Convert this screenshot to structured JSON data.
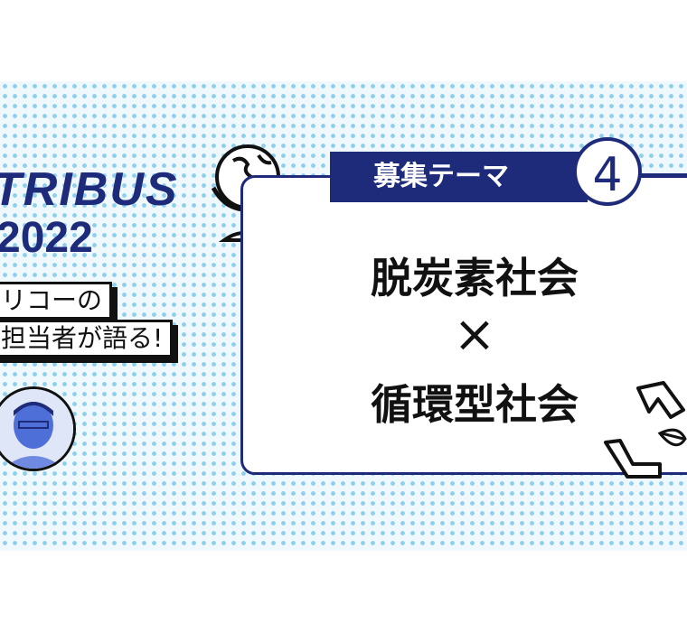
{
  "brand": {
    "name": "TRIBUS",
    "year": "2022"
  },
  "tags": {
    "line1": "リコーの",
    "line2": "担当者が語る!"
  },
  "theme": {
    "label": "募集テーマ",
    "number": "4",
    "title1": "脱炭素社会",
    "cross": "×",
    "title2": "循環型社会"
  },
  "colors": {
    "navy": "#1e2a7a",
    "dots": "#8fcfee"
  }
}
